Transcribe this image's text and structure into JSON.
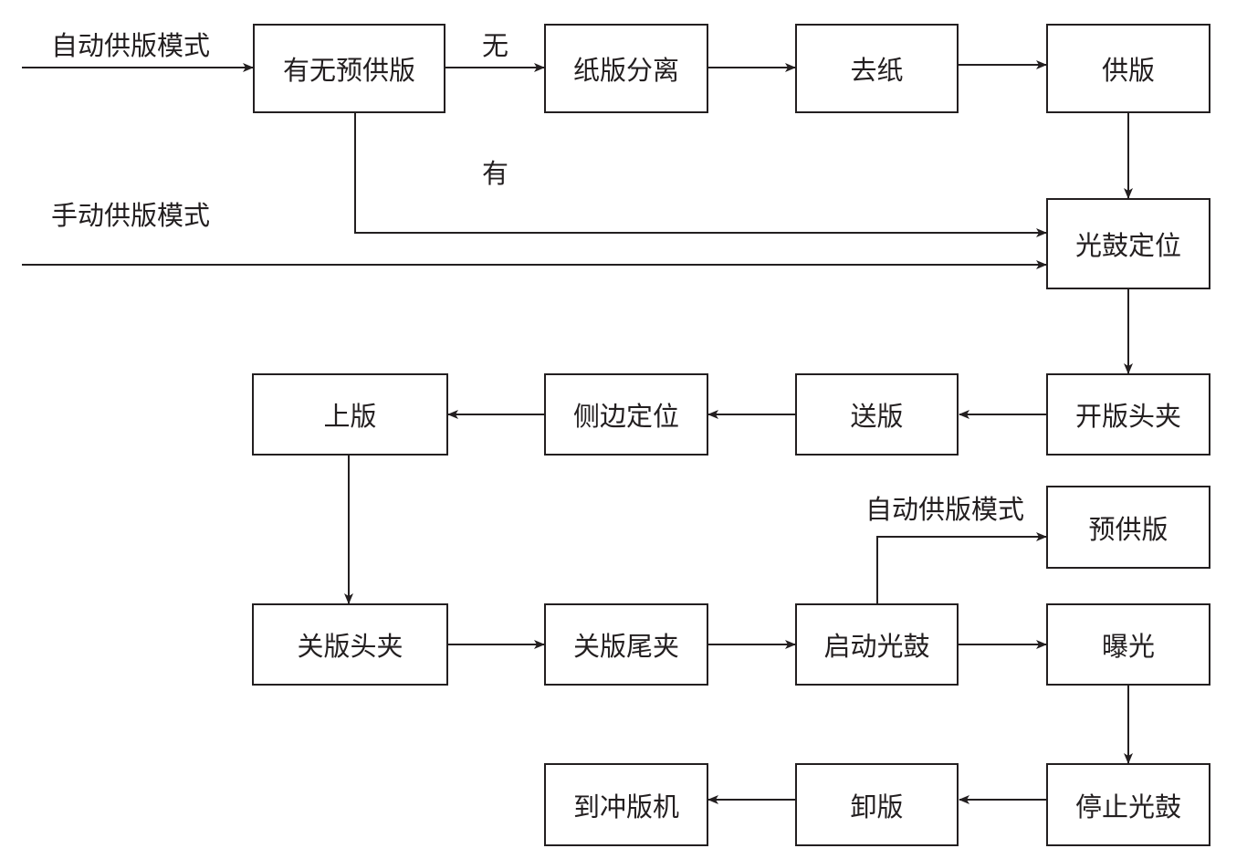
{
  "diagram": {
    "type": "flowchart",
    "nodes": [
      {
        "id": "check_preload",
        "label": "有无预供版"
      },
      {
        "id": "separate",
        "label": "纸版分离"
      },
      {
        "id": "remove_paper",
        "label": "去纸"
      },
      {
        "id": "supply",
        "label": "供版"
      },
      {
        "id": "drum_position",
        "label": "光鼓定位"
      },
      {
        "id": "open_head_clamp",
        "label": "开版头夹"
      },
      {
        "id": "feed",
        "label": "送版"
      },
      {
        "id": "side_position",
        "label": "侧边定位"
      },
      {
        "id": "load",
        "label": "上版"
      },
      {
        "id": "close_head_clamp",
        "label": "关版头夹"
      },
      {
        "id": "close_tail_clamp",
        "label": "关版尾夹"
      },
      {
        "id": "start_drum",
        "label": "启动光鼓"
      },
      {
        "id": "expose",
        "label": "曝光"
      },
      {
        "id": "preload",
        "label": "预供版"
      },
      {
        "id": "stop_drum",
        "label": "停止光鼓"
      },
      {
        "id": "unload",
        "label": "卸版"
      },
      {
        "id": "to_processor",
        "label": "到冲版机"
      }
    ],
    "labels": {
      "auto_mode_top": "自动供版模式",
      "manual_mode": "手动供版模式",
      "no": "无",
      "yes": "有",
      "auto_mode_bottom": "自动供版模式"
    },
    "edges": [
      {
        "from": "auto_mode_top",
        "to": "check_preload"
      },
      {
        "from": "check_preload",
        "to": "separate",
        "label": "无"
      },
      {
        "from": "separate",
        "to": "remove_paper"
      },
      {
        "from": "remove_paper",
        "to": "supply"
      },
      {
        "from": "supply",
        "to": "drum_position"
      },
      {
        "from": "check_preload",
        "to": "drum_position",
        "label": "有"
      },
      {
        "from": "manual_mode",
        "to": "drum_position"
      },
      {
        "from": "drum_position",
        "to": "open_head_clamp"
      },
      {
        "from": "open_head_clamp",
        "to": "feed"
      },
      {
        "from": "feed",
        "to": "side_position"
      },
      {
        "from": "side_position",
        "to": "load"
      },
      {
        "from": "load",
        "to": "close_head_clamp"
      },
      {
        "from": "close_head_clamp",
        "to": "close_tail_clamp"
      },
      {
        "from": "close_tail_clamp",
        "to": "start_drum"
      },
      {
        "from": "start_drum",
        "to": "expose"
      },
      {
        "from": "start_drum",
        "to": "preload",
        "label": "自动供版模式"
      },
      {
        "from": "expose",
        "to": "stop_drum"
      },
      {
        "from": "stop_drum",
        "to": "unload"
      },
      {
        "from": "unload",
        "to": "to_processor"
      }
    ]
  }
}
